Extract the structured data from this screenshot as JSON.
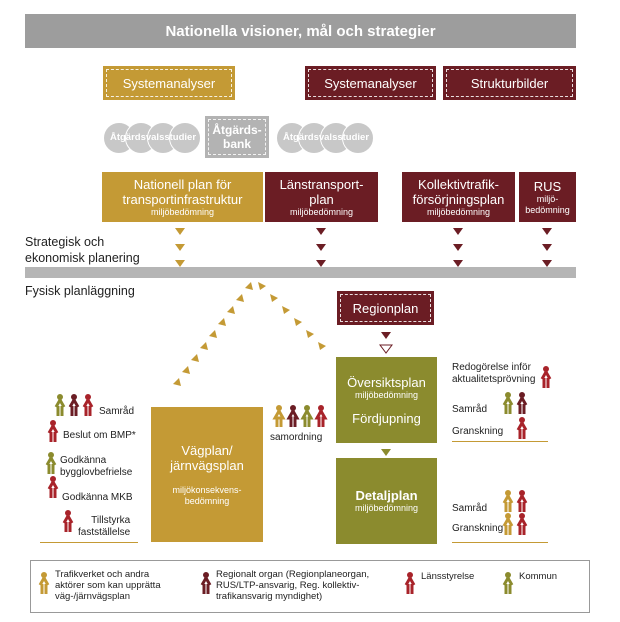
{
  "title": "Nationella visioner, mål och strategier",
  "top_boxes": {
    "systemanalyser_gold": "Systemanalyser",
    "systemanalyser_maroon": "Systemanalyser",
    "strukturbilder": "Strukturbilder"
  },
  "atgardsval_left": "Åtgärdsvalsstudier",
  "atgardsbank": "Åtgärds-\nbank",
  "atgardsval_right": "Åtgärdsvalsstudier",
  "plans": {
    "nationell": {
      "title": "Nationell plan för transportinfrastruktur",
      "sub": "miljöbedömning"
    },
    "lanstransport": {
      "title": "Länstransport-\nplan",
      "sub": "miljöbedömning"
    },
    "kollektivtrafik": {
      "title": "Kollektivtrafik-\nförsörjningsplan",
      "sub": "miljöbedömning"
    },
    "rus": {
      "title": "RUS",
      "sub": "miljö-\nbedömning"
    }
  },
  "strategisk_label": "Strategisk och\nekonomisk planering",
  "fysisk_label": "Fysisk planläggning",
  "regionplan": "Regionplan",
  "oversiktsplan": {
    "title": "Översiktsplan",
    "sub": "miljöbedömning",
    "fordjupning": "Fördjupning"
  },
  "detaljplan": {
    "title": "Detaljplan",
    "sub": "miljöbedömning"
  },
  "vagplan": {
    "title": "Vägplan/\njärnvägsplan",
    "sub": "miljökonsekvens-\nbedömning"
  },
  "samordning": "samordning",
  "left_steps": [
    "Samråd",
    "Beslut om BMP*",
    "Godkänna\nbygglovbefrielse",
    "Godkänna MKB",
    "Tillstyrka\nfastställelse"
  ],
  "right_steps_top": [
    "Redogörelse inför\naktualitetsprövning",
    "Samråd",
    "Granskning"
  ],
  "right_steps_bottom": [
    "Samråd",
    "Granskning"
  ],
  "legend": [
    {
      "label": "Trafikverket och andra\naktörer som kan upprätta\nväg-/järnvägsplan",
      "color": "#c49a35"
    },
    {
      "label": "Regionalt organ (Regionplaneorgan,\nRUS/LTP-ansvarig, Reg. kollektiv-\ntrafikansvarig myndighet)",
      "color": "#6b1d24"
    },
    {
      "label": "Länsstyrelse",
      "color": "#a8232a"
    },
    {
      "label": "Kommun",
      "color": "#8b8b2e"
    }
  ],
  "colors": {
    "gold": "#c49a35",
    "maroon": "#6b1d24",
    "red": "#a8232a",
    "olive": "#8b8b2e",
    "grey": "#9d9d9d"
  }
}
